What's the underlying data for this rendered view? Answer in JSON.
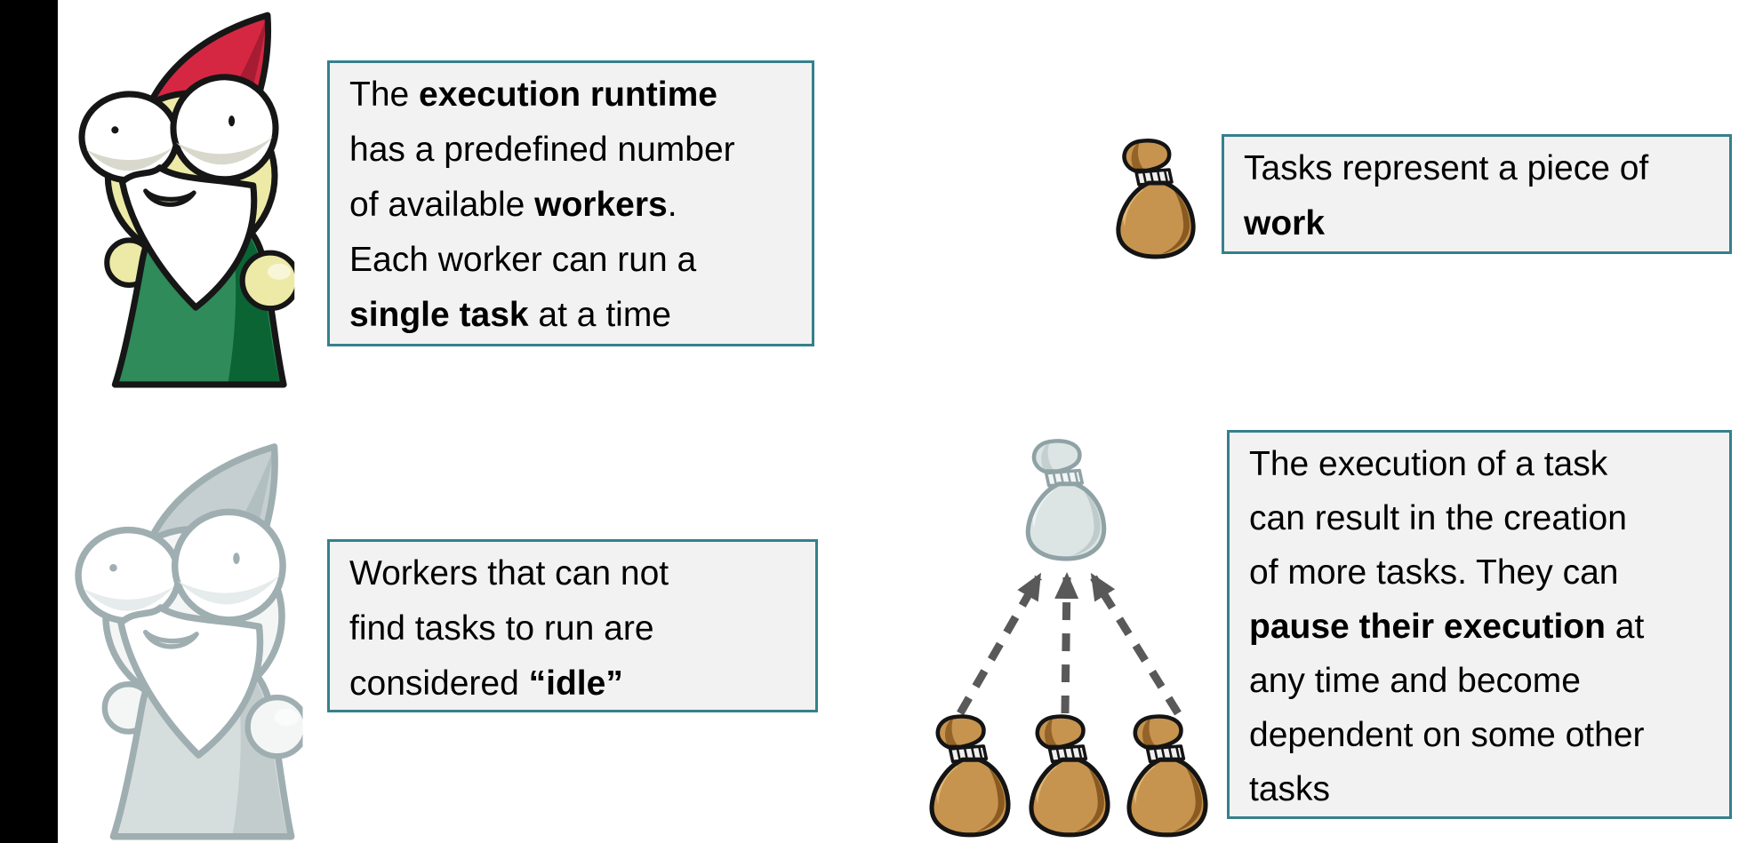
{
  "slide": {
    "background": "#ffffff",
    "left_bar_color": "#000000"
  },
  "style": {
    "callout_border_color": "#35808C",
    "callout_background": "#F2F2F2",
    "text_color": "#000000",
    "arrow_color": "#595959",
    "gnome_hat_red": "#D62742",
    "gnome_robe_green": "#2F8B59",
    "gnome_idle_gray": "#D6DDDD",
    "money_bag_brown": "#C6944F",
    "money_bag_gray": "#DCE4E4"
  },
  "icons": {
    "worker_gnome": "gnome-worker-icon",
    "idle_gnome": "gnome-idle-icon",
    "task_bag": "money-bag-icon",
    "new_task_bag": "money-bag-gray-icon",
    "dependency_arrows": "dashed-arrow-icon"
  },
  "callouts": {
    "runtime": {
      "segments": [
        {
          "t": "The "
        },
        {
          "t": "execution runtime",
          "b": true
        },
        {
          "br": true
        },
        {
          "t": "has a predefined number"
        },
        {
          "br": true
        },
        {
          "t": "of available "
        },
        {
          "t": "workers",
          "b": true
        },
        {
          "t": "."
        },
        {
          "br": true
        },
        {
          "t": "Each worker can run a"
        },
        {
          "br": true
        },
        {
          "t": "single task",
          "b": true
        },
        {
          "t": " at a time"
        }
      ]
    },
    "tasks": {
      "segments": [
        {
          "t": "Tasks represent a piece of"
        },
        {
          "br": true
        },
        {
          "t": "work",
          "b": true
        }
      ]
    },
    "idle": {
      "segments": [
        {
          "t": "Workers that can not"
        },
        {
          "br": true
        },
        {
          "t": "find tasks to run are"
        },
        {
          "br": true
        },
        {
          "t": "considered "
        },
        {
          "t": "“idle”",
          "b": true
        }
      ]
    },
    "dependencies": {
      "segments": [
        {
          "t": "The execution of a task"
        },
        {
          "br": true
        },
        {
          "t": "can result in the creation"
        },
        {
          "br": true
        },
        {
          "t": "of more tasks. They can"
        },
        {
          "br": true
        },
        {
          "t": "pause their execution",
          "b": true
        },
        {
          "t": " at"
        },
        {
          "br": true
        },
        {
          "t": "any time and become"
        },
        {
          "br": true
        },
        {
          "t": "dependent on some other"
        },
        {
          "br": true
        },
        {
          "t": "tasks"
        }
      ]
    }
  }
}
